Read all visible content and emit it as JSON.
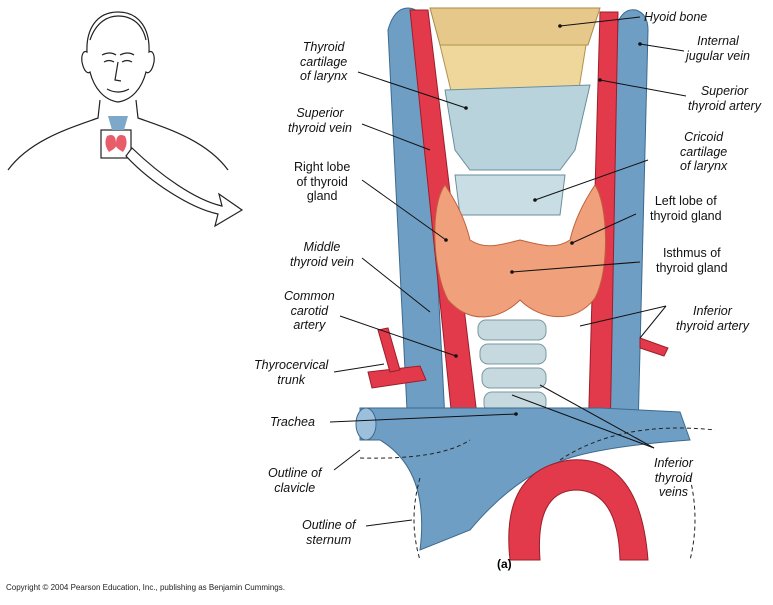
{
  "labels": {
    "hyoid_bone": "Hyoid bone",
    "internal_jugular_vein": [
      "Internal",
      "jugular vein"
    ],
    "superior_thyroid_artery": [
      "Superior",
      "thyroid artery"
    ],
    "cricoid_cartilage": [
      "Cricoid",
      "cartilage",
      "of larynx"
    ],
    "left_lobe": [
      "Left  lobe of",
      "thyroid gland"
    ],
    "isthmus": [
      "Isthmus of",
      "thyroid gland"
    ],
    "inferior_thyroid_artery": [
      "Inferior",
      "thyroid artery"
    ],
    "inferior_thyroid_veins": [
      "Inferior",
      "thyroid",
      "veins"
    ],
    "thyroid_cartilage": [
      "Thyroid",
      "cartilage",
      "of larynx"
    ],
    "superior_thyroid_vein": [
      "Superior",
      "thyroid vein"
    ],
    "right_lobe": [
      "Right lobe",
      "of thyroid",
      "gland"
    ],
    "middle_thyroid_vein": [
      "Middle",
      "thyroid vein"
    ],
    "common_carotid": [
      "Common",
      "carotid",
      "artery"
    ],
    "thyrocervical_trunk": [
      "Thyrocervical",
      "trunk"
    ],
    "trachea": "Trachea",
    "outline_clavicle": [
      "Outline of",
      "clavicle"
    ],
    "outline_sternum": [
      "Outline of",
      "sternum"
    ]
  },
  "panel_label": "(a)",
  "copyright": "Copyright © 2004 Pearson Education, Inc., publishing as Benjamin Cummings.",
  "colors": {
    "artery": "#e23a4a",
    "vein": "#6f9ec4",
    "thyroid": "#f0a07a",
    "cartilage": "#b9d3dc",
    "bone": "#e6c98a",
    "leader": "#111111"
  }
}
